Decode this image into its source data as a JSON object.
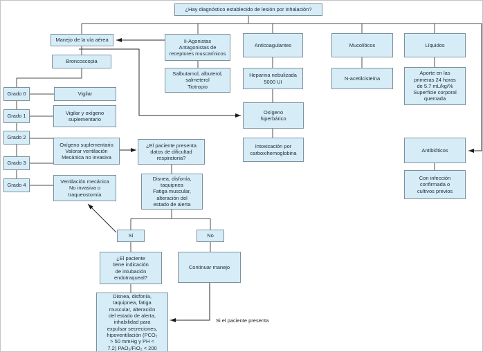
{
  "colors": {
    "node_fill": "#d6edf8",
    "node_border": "#7e909c",
    "line": "#4d4d4d",
    "text": "#1c2b36",
    "page_bg": "#ffffff"
  },
  "nodes": {
    "q_inhalation": {
      "label": "¿Hay diagnóstico establecido de lesión por inhalación?"
    },
    "manejo": {
      "label": "Manejo de la vía aérea"
    },
    "broncoscopia": {
      "label": "Broncoscopia"
    },
    "grado0": {
      "label": "Grado 0"
    },
    "grado1": {
      "label": "Grado 1"
    },
    "grado2": {
      "label": "Grado 2"
    },
    "grado3": {
      "label": "Grado 3"
    },
    "grado4": {
      "label": "Grado 4"
    },
    "vigilar": {
      "label": "Vigilar"
    },
    "vigilar_oxigeno": {
      "label": "Vigilar y oxígeno\nsuplementario"
    },
    "oxigeno_supl": {
      "label": "Oxígeno suplementario\nValorar ventilación\nMecánica no invasiva"
    },
    "ventilacion": {
      "label": "Ventilación mecánica\nNo invasiva o\ntraqueostomía"
    },
    "agonistas": {
      "label": "Ii-Agonistas\nAntagonistas de\nreceptores muscarínicos"
    },
    "salbutamol": {
      "label": "Salbutamol, albuterol,\nsalmeterol\nTiotropio"
    },
    "anticoagulantes": {
      "label": "Anticoagulantes"
    },
    "heparina": {
      "label": "Heparina nebulizada\n5000 UI"
    },
    "mucoliticos": {
      "label": "Mucolíticos"
    },
    "acetilcisteina": {
      "label": "N-acetilcisteína"
    },
    "liquidos": {
      "label": "Líquidos"
    },
    "aporte": {
      "label": "Aporte en las\nprimeras 24 horas\nde 5.7 mL/kg/%\nSuperficie corporal\nquemada"
    },
    "oxigeno_hiperbarico": {
      "label": "Oxígeno\nhiperbárico"
    },
    "intoxicacion": {
      "label": "Intoxicación por\ncarboxihemoglobina"
    },
    "antibioticos": {
      "label": "Antibióticos"
    },
    "infeccion": {
      "label": "Con infección\nconfirmada o\ncultivos previos"
    },
    "q_dificultad": {
      "label": "¿El paciente presenta\ndatos de dificultad\nrespiratoria?"
    },
    "disnea": {
      "label": "Disnea, disfonía,\ntaquipnea\nFatiga muscular,\nalteración del\nestado de alerta"
    },
    "si": {
      "label": "Sí"
    },
    "no": {
      "label": "No"
    },
    "q_intubacion": {
      "label": "¿El paciente\ntiene indicación\nde intubación\nendotraqueal?"
    },
    "continuar": {
      "label": "Continuar manejo"
    },
    "criterios": {
      "label": "Disnea, disfonía,\ntaquipnea, fatiga\nmuscular, alteración\ndel estado de alerta,\ninhabilidad para\nexpulsar secreciones,\nhipoventilación (PCO₂\n> 50 mmHg y PH <\n7.2) PAO₂/FiO₂ < 200"
    }
  },
  "labels": {
    "si_el_paciente": "Si el paciente presenta"
  }
}
